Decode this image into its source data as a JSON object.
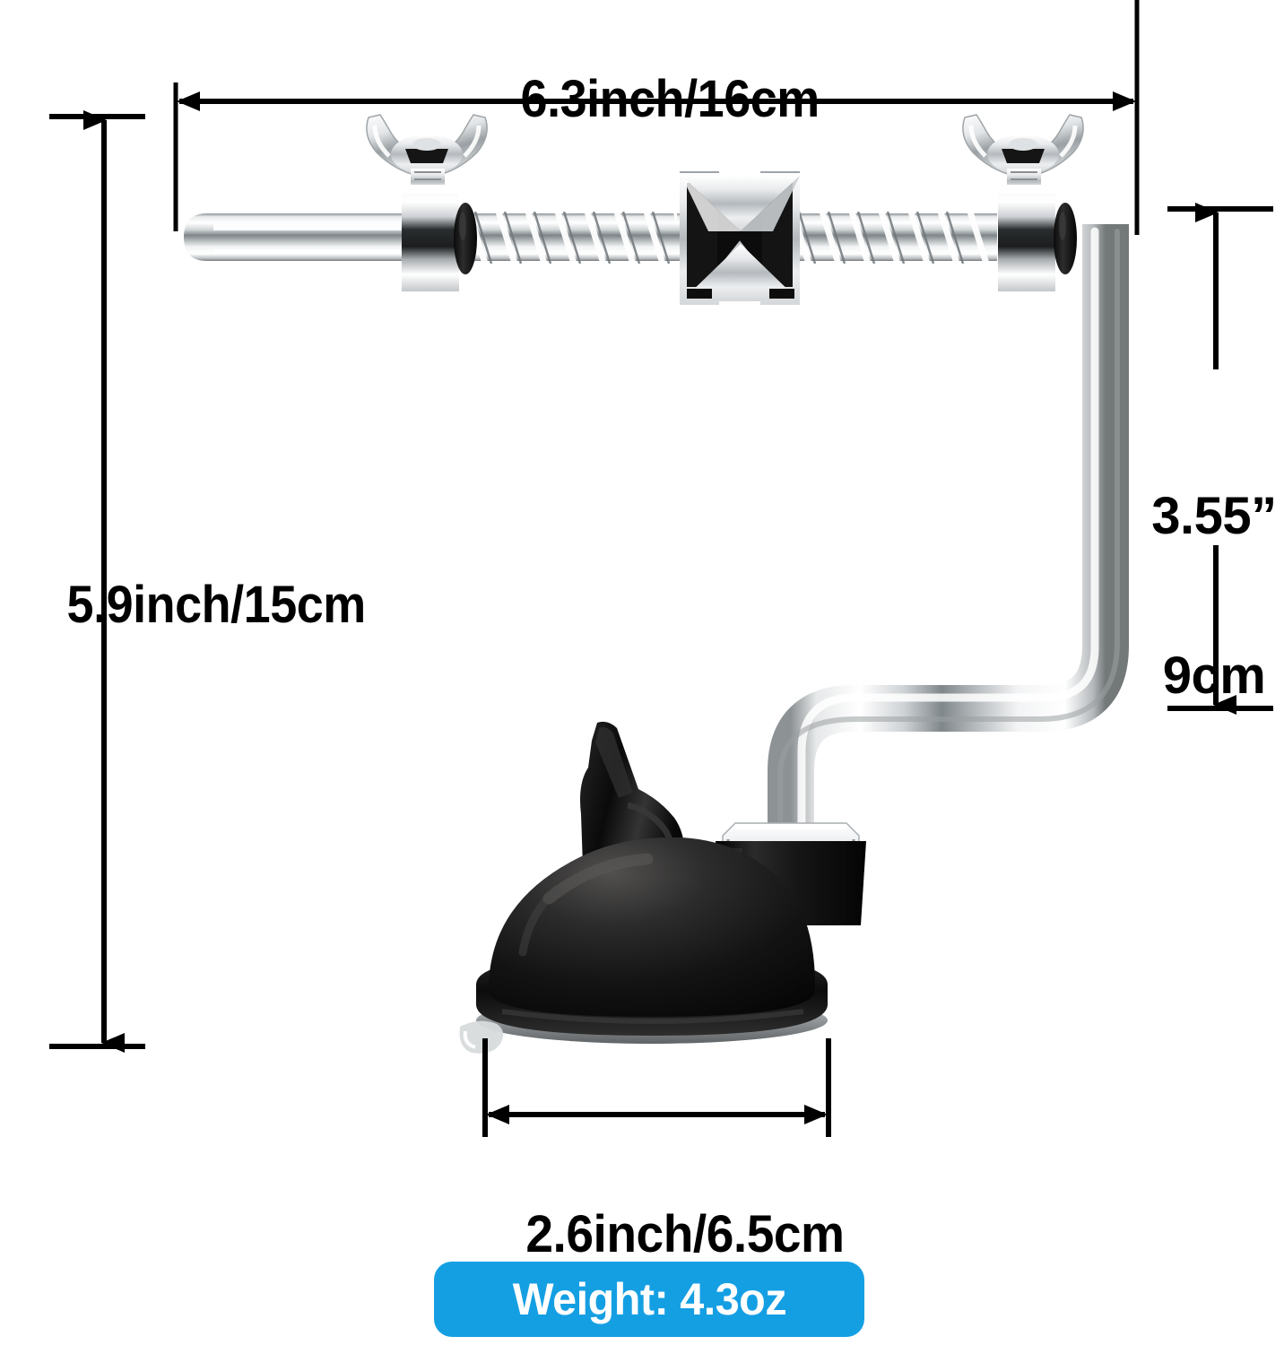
{
  "product": {
    "name": "suction-cup-mount-clamp",
    "parts": [
      "plain-rod-end",
      "left-wing-nut",
      "left-o-ring",
      "threaded-rod",
      "center-bowtie-clamp",
      "right-wing-nut",
      "right-o-ring",
      "z-bend-arm",
      "hex-nut",
      "suction-cup-base",
      "lever-lock",
      "release-tab"
    ]
  },
  "dimensions": {
    "width": {
      "label": "6.3inch/16cm",
      "axis": "horizontal",
      "position": "top"
    },
    "height": {
      "label": "5.9inch/15cm",
      "axis": "vertical",
      "position": "left"
    },
    "depth": {
      "label_line1": "3.55”",
      "label_line2": "9cm",
      "axis": "vertical",
      "position": "right"
    },
    "base": {
      "label": "2.6inch/6.5cm",
      "axis": "horizontal",
      "position": "bottom"
    }
  },
  "weight_badge": {
    "text": "Weight: 4.3oz",
    "background_color": "#159FE3",
    "text_color": "#FFFFFF"
  },
  "colors": {
    "line": "#000000",
    "chrome_light": "#FFFFFF",
    "chrome_mid": "#BFC3C6",
    "chrome_dark": "#6E7478",
    "rubber_black": "#131313",
    "background": "#FFFFFF"
  }
}
